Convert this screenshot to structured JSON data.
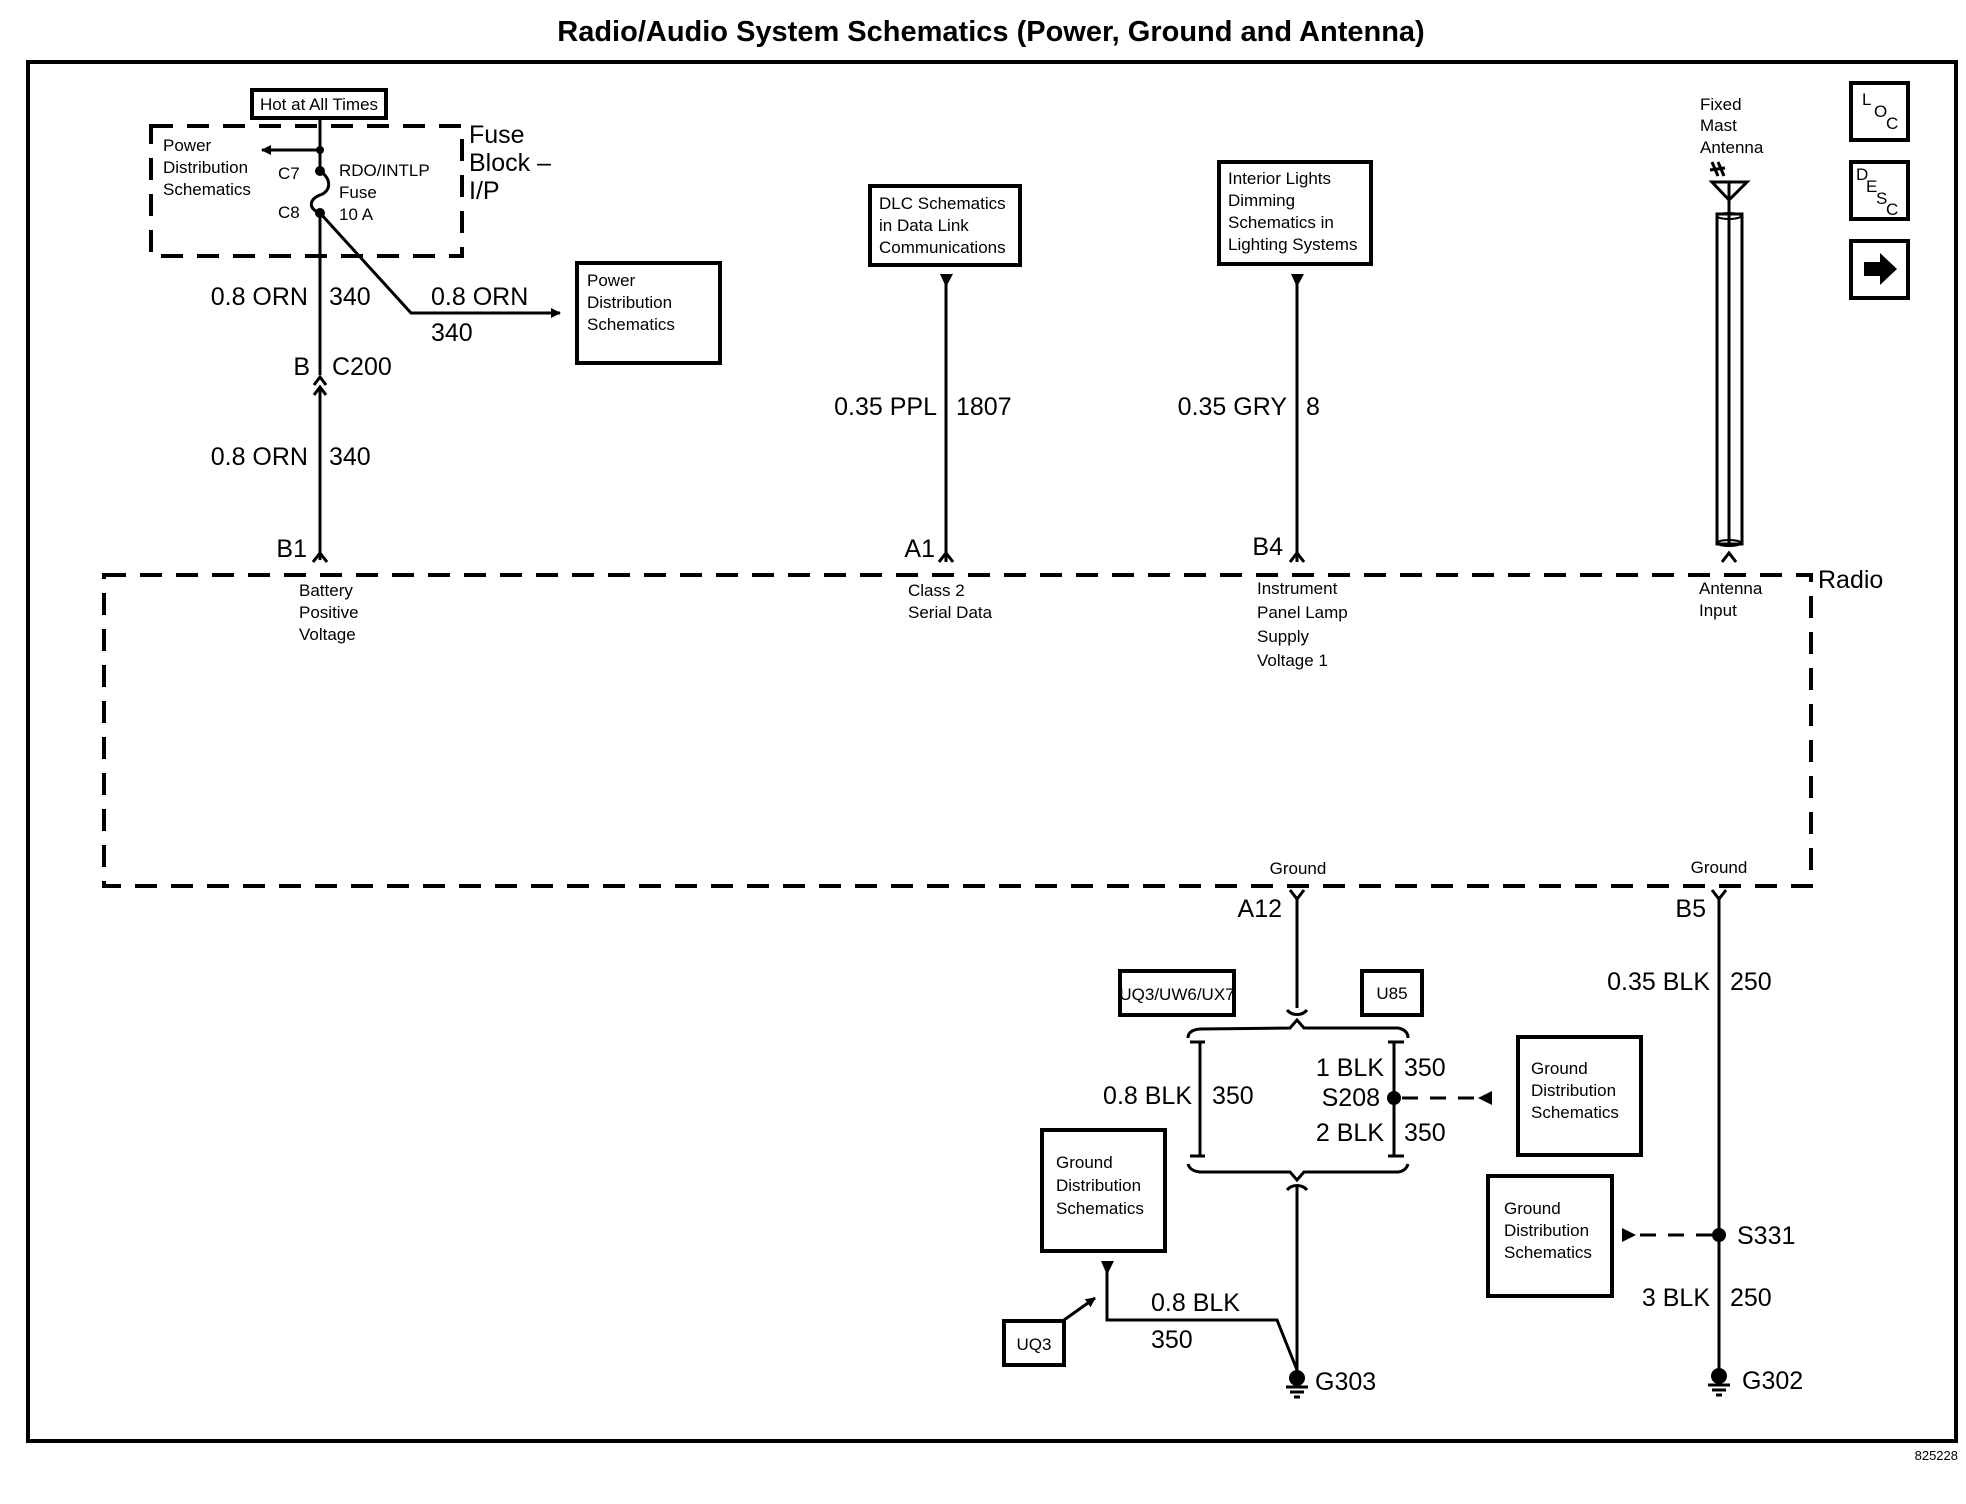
{
  "title": "Radio/Audio System Schematics (Power, Ground and Antenna)",
  "figure_id": "825228",
  "nav_buttons": [
    {
      "name": "loc",
      "label_parts": [
        "L",
        "O",
        "C"
      ]
    },
    {
      "name": "desc",
      "label_parts": [
        "D",
        "E",
        "S",
        "C"
      ]
    },
    {
      "name": "next",
      "icon": "right-arrow-icon"
    }
  ],
  "fuse_block": {
    "label_lines": [
      "Fuse",
      "Block –",
      "I/P"
    ],
    "hot_label": "Hot at All Times",
    "power_dist_lines": [
      "Power",
      "Distribution",
      "Schematics"
    ],
    "c7": "C7",
    "c8": "C8",
    "fuse_lines": [
      "RDO/INTLP",
      "Fuse",
      "10 A"
    ]
  },
  "power_dist_box": {
    "lines": [
      "Power",
      "Distribution",
      "Schematics"
    ]
  },
  "wires": {
    "w340_upper": {
      "gauge_color": "0.8 ORN",
      "circuit": "340"
    },
    "w340_branch": {
      "gauge_color": "0.8 ORN",
      "circuit": "340"
    },
    "w340_lower": {
      "gauge_color": "0.8 ORN",
      "circuit": "340"
    },
    "w1807": {
      "gauge_color": "0.35 PPL",
      "circuit": "1807"
    },
    "w8": {
      "gauge_color": "0.35 GRY",
      "circuit": "8"
    },
    "w250_upper": {
      "gauge_color": "0.35 BLK",
      "circuit": "250"
    },
    "w250_lower": {
      "gauge_color": "3 BLK",
      "circuit": "250"
    },
    "w350_left": {
      "gauge_color": "0.8 BLK",
      "circuit": "350"
    },
    "w350_1": {
      "gauge_color": "1 BLK",
      "circuit": "350"
    },
    "w350_2": {
      "gauge_color": "2 BLK",
      "circuit": "350"
    },
    "w350_uq3": {
      "gauge_color": "0.8 BLK",
      "circuit": "350"
    }
  },
  "connector_c200": {
    "pin": "B",
    "name": "C200"
  },
  "dlc_box": {
    "lines": [
      "DLC Schematics",
      "in Data Link",
      "Communications"
    ]
  },
  "lighting_box": {
    "lines": [
      "Interior Lights",
      "Dimming",
      "Schematics in",
      "Lighting Systems"
    ]
  },
  "antenna": {
    "lines": [
      "Fixed",
      "Mast",
      "Antenna"
    ]
  },
  "radio": {
    "label": "Radio",
    "pins": [
      {
        "pin": "B1",
        "desc": [
          "Battery",
          "Positive",
          "Voltage"
        ]
      },
      {
        "pin": "A1",
        "desc": [
          "Class 2",
          "Serial Data"
        ]
      },
      {
        "pin": "B4",
        "desc": [
          "Instrument",
          "Panel Lamp",
          "Supply",
          "Voltage 1"
        ]
      },
      {
        "pin": "",
        "desc": [
          "Antenna",
          "Input"
        ]
      },
      {
        "pin": "A12",
        "desc": [
          "Ground"
        ]
      },
      {
        "pin": "B5",
        "desc": [
          "Ground"
        ]
      }
    ]
  },
  "options": {
    "opt_left": "UQ3/UW6/UX7",
    "opt_right": "U85",
    "opt_uq3": "UQ3"
  },
  "splices": {
    "s208": "S208",
    "s331": "S331"
  },
  "grounds": {
    "g303": "G303",
    "g302": "G302"
  },
  "ground_dist_boxes": [
    {
      "lines": [
        "Ground",
        "Distribution",
        "Schematics"
      ]
    },
    {
      "lines": [
        "Ground",
        "Distribution",
        "Schematics"
      ]
    },
    {
      "lines": [
        "Ground",
        "Distribution",
        "Schematics"
      ]
    }
  ]
}
